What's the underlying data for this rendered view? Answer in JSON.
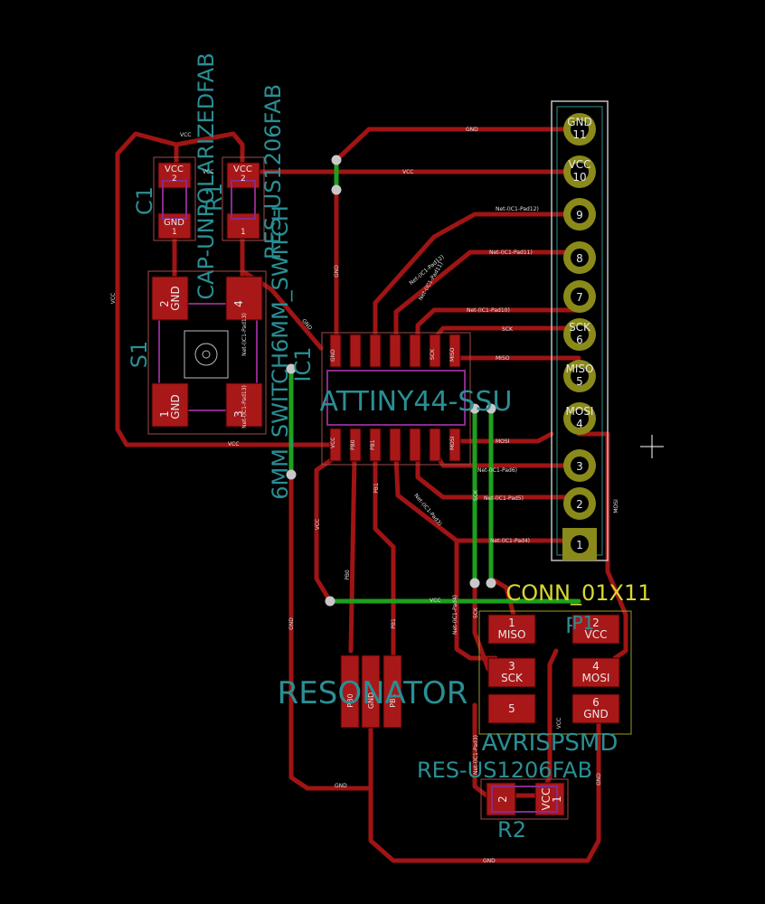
{
  "nets": {
    "gnd": "GND",
    "vcc": "VCC",
    "sck": "SCK",
    "miso": "MISO",
    "mosi": "MOSI",
    "pb0": "PB0",
    "pb1": "PB1",
    "pad4": "Net-(IC1-Pad4)",
    "pad5": "Net-(IC1-Pad5)",
    "pad6": "Net-(IC1-Pad6)",
    "pad10": "Net-(IC1-Pad10)",
    "pad11": "Net-(IC1-Pad11)",
    "pad12": "Net-(IC1-Pad12)",
    "pad13": "Net-(IC1-Pad13)",
    "pad3": "Net-(IC1-Pad3)"
  },
  "footprints": {
    "c1": {
      "ref": "C1",
      "value": "CAP-UNPOLARIZEDFAB",
      "pad2": "2",
      "pad1": "1",
      "pad2_net": "VCC",
      "pad1_net": "GND"
    },
    "r1": {
      "ref": "R1",
      "value": "RES-US1206FAB",
      "pad2": "2",
      "pad1": "1",
      "pad2_net": "VCC"
    },
    "s1": {
      "ref": "S1",
      "value": "6MM_SWITCH6MM_SWITCH",
      "p1": "1",
      "p2": "2",
      "p3": "3",
      "p4": "4",
      "gnd": "GND"
    },
    "ic1": {
      "ref": "IC1",
      "value": "ATTINY44-SSU"
    },
    "conn": {
      "ref": "P1",
      "value": "CONN_01X11",
      "pins": [
        {
          "num": "11",
          "name": "GND"
        },
        {
          "num": "10",
          "name": "VCC"
        },
        {
          "num": "9",
          "name": ""
        },
        {
          "num": "8",
          "name": ""
        },
        {
          "num": "7",
          "name": ""
        },
        {
          "num": "6",
          "name": "SCK"
        },
        {
          "num": "5",
          "name": "MISO"
        },
        {
          "num": "4",
          "name": "MOSI"
        },
        {
          "num": "3",
          "name": ""
        },
        {
          "num": "2",
          "name": ""
        },
        {
          "num": "1",
          "name": ""
        }
      ]
    },
    "isp": {
      "ref": "P1",
      "value": "AVRISPSMD",
      "pads": [
        {
          "num": "1",
          "name": "MISO"
        },
        {
          "num": "2",
          "name": "VCC"
        },
        {
          "num": "3",
          "name": "SCK"
        },
        {
          "num": "4",
          "name": "MOSI"
        },
        {
          "num": "5",
          "name": ""
        },
        {
          "num": "6",
          "name": "GND"
        }
      ]
    },
    "resonator": {
      "ref": "RESONATOR",
      "pads": [
        "PB0",
        "GND",
        "PB1"
      ]
    },
    "r2": {
      "ref": "R2",
      "value": "RES-US1206FAB",
      "pad2": "2",
      "pad1": "1",
      "pad1_net": "VCC"
    }
  },
  "colors": {
    "background": "#000000",
    "track_front": "#a01414",
    "track_back": "#1ea01e",
    "via": "#c8c8c8",
    "pad_ring": "#8a8a1a",
    "reference_text": "#2a8f94",
    "value_text": "#d8d830"
  }
}
